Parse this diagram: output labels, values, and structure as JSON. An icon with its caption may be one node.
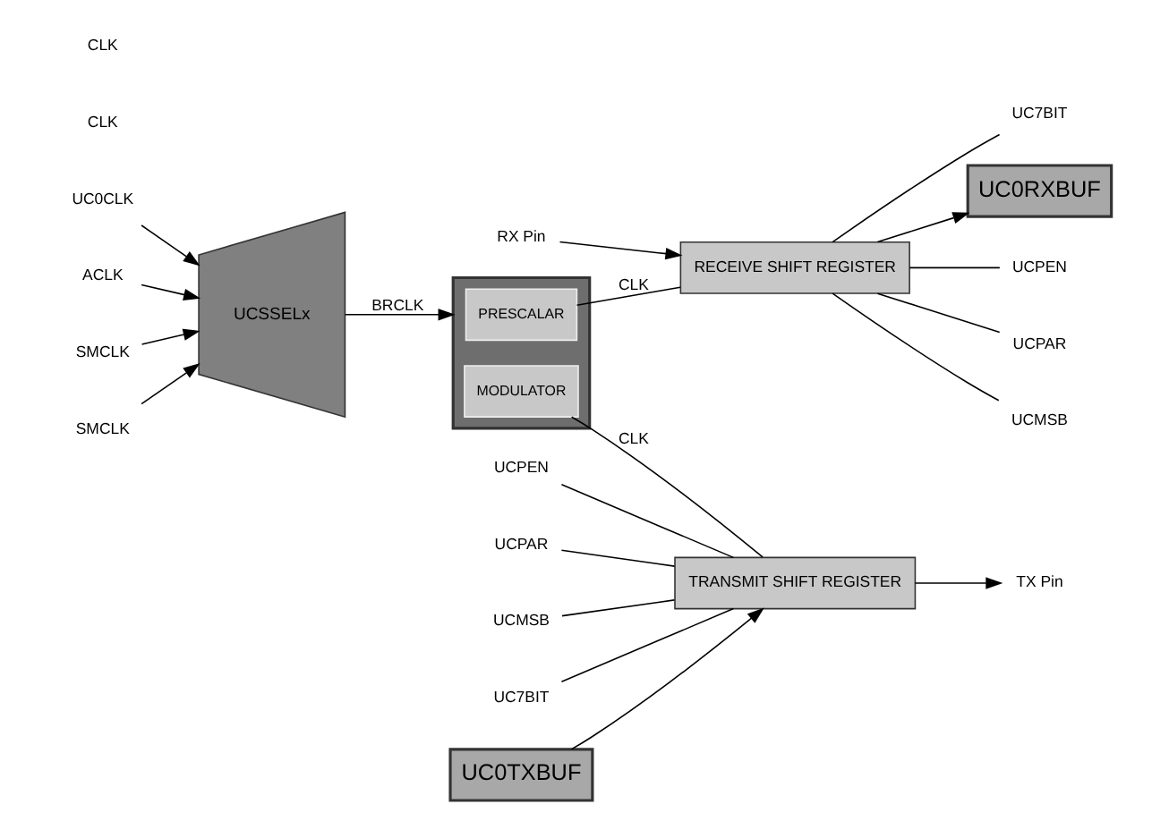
{
  "diagram": {
    "nodes": [
      {
        "text": [
          "UC0RXBUF"
        ]
      },
      {
        "text": [
          "RECEIVE SHIFT REGISTER"
        ]
      },
      {
        "text": [
          "RX Pin"
        ]
      },
      {
        "text": [
          "UCPEN"
        ]
      },
      {
        "text": [
          "UCPAR"
        ]
      },
      {
        "text": [
          "UCMSB"
        ]
      },
      {
        "text": [
          "UC7BIT"
        ]
      },
      {
        "text": [
          "UCSSELx"
        ]
      },
      {
        "text": [
          "UC0CLK"
        ]
      },
      {
        "text": [
          "ACLK"
        ]
      },
      {
        "text": [
          "SMCLK"
        ]
      },
      {
        "text": [
          "SMCLK"
        ]
      },
      {
        "text": [],
        "shape": "box"
      },
      {
        "text": [
          "PRESCALAR"
        ],
        "in": 12
      },
      {
        "text": [
          "MODULATOR"
        ],
        "in": 12
      },
      {
        "text": [
          "UCPEN"
        ]
      },
      {
        "text": [
          "UCPAR"
        ]
      },
      {
        "text": [
          "UCMSB"
        ]
      },
      {
        "text": [
          "UC7BIT"
        ]
      },
      {
        "text": [
          "TRANSMIT SHIFT REGISTER"
        ]
      },
      {
        "text": [
          "TX Pin"
        ]
      },
      {
        "text": [
          "UC0TXBUF"
        ]
      }
    ],
    "edges": [
      {
        "from": 1,
        "to": 0,
        "arrow": "to"
      },
      {
        "from": 2,
        "to": 1,
        "arrow": "to"
      },
      {
        "from": 1,
        "to": 3,
        "arrow": "none"
      },
      {
        "from": 1,
        "to": 4,
        "arrow": "none"
      },
      {
        "from": 1,
        "to": 5,
        "arrow": "none"
      },
      {
        "from": 1,
        "to": 6,
        "arrow": "none"
      },
      {
        "from": 8,
        "to": 7,
        "arrow": "to"
      },
      {
        "from": 9,
        "to": 7,
        "arrow": "to"
      },
      {
        "from": 10,
        "to": 7,
        "arrow": "to"
      },
      {
        "from": 11,
        "to": 7,
        "arrow": "to"
      },
      {
        "from": 7,
        "to": 12,
        "arrow": "to",
        "label": "BRCLK"
      },
      {
        "from": 13,
        "to": 1,
        "arrow": "none",
        "label": "CLK"
      },
      {
        "from": 14,
        "to": 19,
        "arrow": "none",
        "label": "CLK"
      },
      {
        "from": 15,
        "to": 19,
        "arrow": "none"
      },
      {
        "from": 16,
        "to": 19,
        "arrow": "none"
      },
      {
        "from": 17,
        "to": 19,
        "arrow": "none"
      },
      {
        "from": 18,
        "to": 19,
        "arrow": "none"
      },
      {
        "from": 19,
        "to": 20,
        "arrow": "to"
      },
      {
        "from": 21,
        "to": 19,
        "arrow": "to"
      }
    ],
    "labels": [
      "CLK",
      "CLK"
    ]
  }
}
